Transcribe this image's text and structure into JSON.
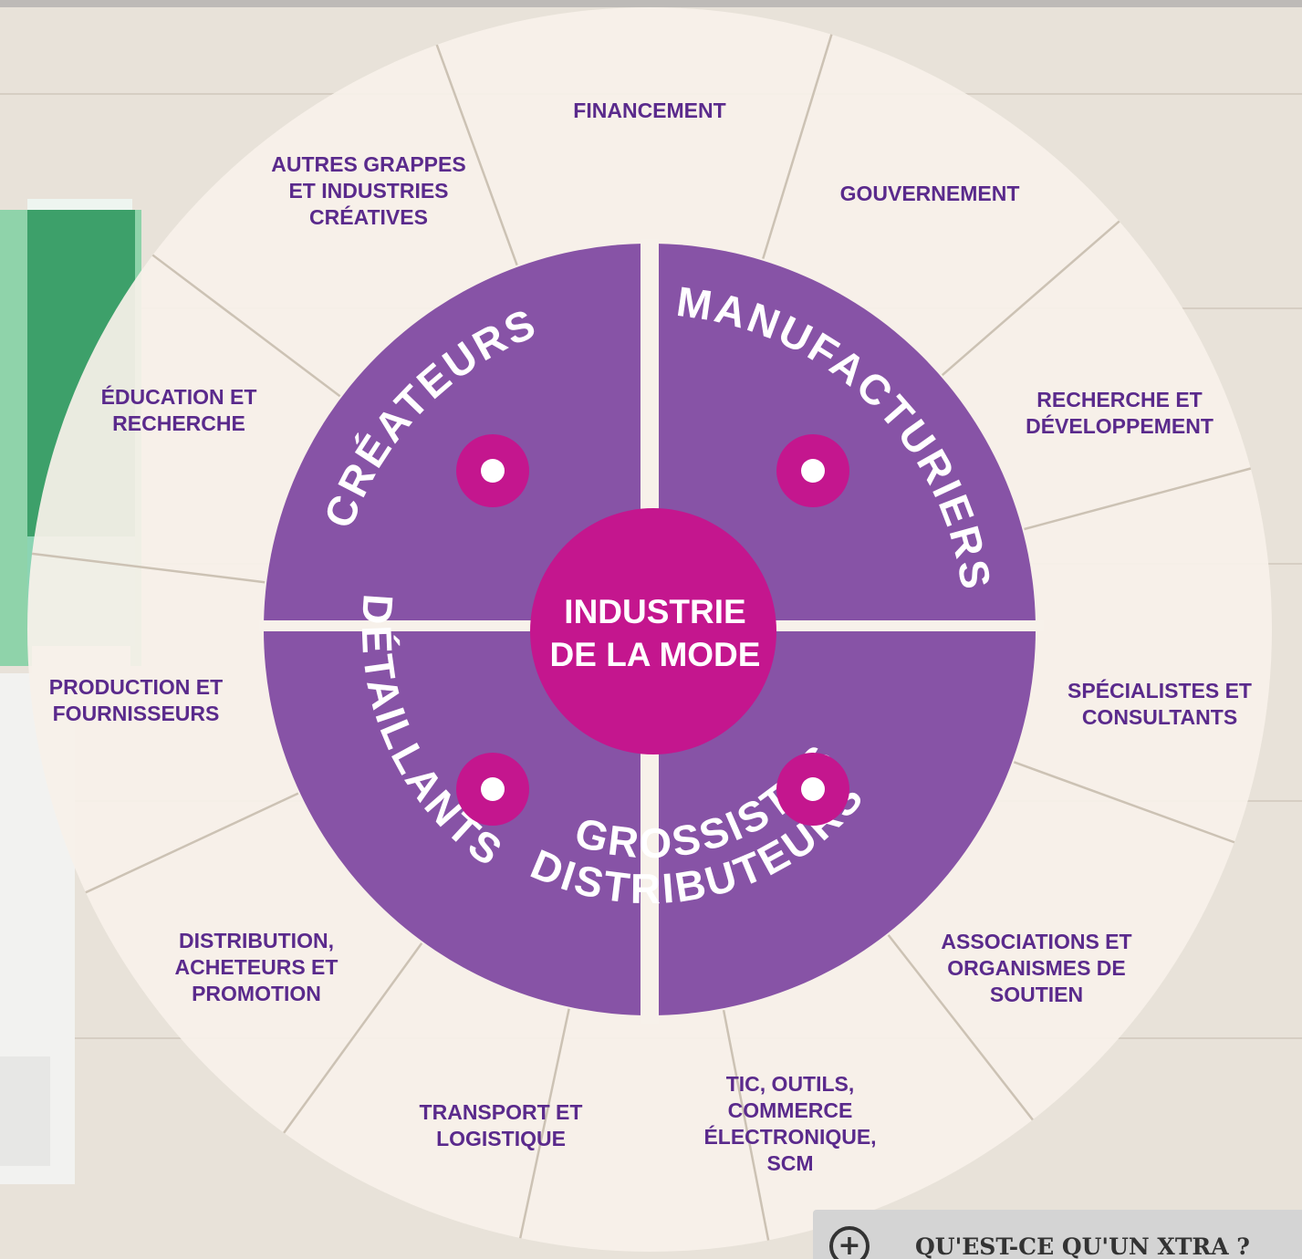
{
  "center": {
    "line1": "INDUSTRIE",
    "line2": "DE LA MODE"
  },
  "quadrants": [
    {
      "name": "createurs",
      "label": "CRÉATEURS"
    },
    {
      "name": "manufacturiers",
      "label": "MANUFACTURIERS"
    },
    {
      "name": "distributeurs-grossistes",
      "label_outer": "DISTRIBUTEURS",
      "label_inner": "GROSSISTES"
    },
    {
      "name": "detaillants",
      "label": "DÉTAILLANTS"
    }
  ],
  "segments": [
    {
      "name": "financement",
      "lines": [
        "FINANCEMENT"
      ]
    },
    {
      "name": "gouvernement",
      "lines": [
        "GOUVERNEMENT"
      ]
    },
    {
      "name": "recherche-developpement",
      "lines": [
        "RECHERCHE ET",
        "DÉVELOPPEMENT"
      ]
    },
    {
      "name": "specialistes-consultants",
      "lines": [
        "SPÉCIALISTES ET",
        "CONSULTANTS"
      ]
    },
    {
      "name": "associations-organismes",
      "lines": [
        "ASSOCIATIONS ET",
        "ORGANISMES DE",
        "SOUTIEN"
      ]
    },
    {
      "name": "tic-outils",
      "lines": [
        "TIC, OUTILS,",
        "COMMERCE",
        "ÉLECTRONIQUE,",
        "SCM"
      ]
    },
    {
      "name": "transport-logistique",
      "lines": [
        "TRANSPORT ET",
        "LOGISTIQUE"
      ]
    },
    {
      "name": "distribution-acheteurs",
      "lines": [
        "DISTRIBUTION,",
        "ACHETEURS ET",
        "PROMOTION"
      ]
    },
    {
      "name": "production-fournisseurs",
      "lines": [
        "PRODUCTION ET",
        "FOURNISSEURS"
      ]
    },
    {
      "name": "education-recherche",
      "lines": [
        "ÉDUCATION ET",
        "RECHERCHE"
      ]
    },
    {
      "name": "autres-grappes",
      "lines": [
        "AUTRES GRAPPES",
        "ET INDUSTRIES",
        "CRÉATIVES"
      ]
    }
  ],
  "xtra_button": {
    "icon": "plus-circle-icon",
    "label": "QU'EST-CE QU'UN XTRA ?"
  },
  "colors": {
    "purple": "#8753a6",
    "magenta": "#c4168e",
    "segment_text": "#5a2a8c",
    "wheel_cream": "#f7f1ea",
    "wood": "#e9e4dc"
  }
}
